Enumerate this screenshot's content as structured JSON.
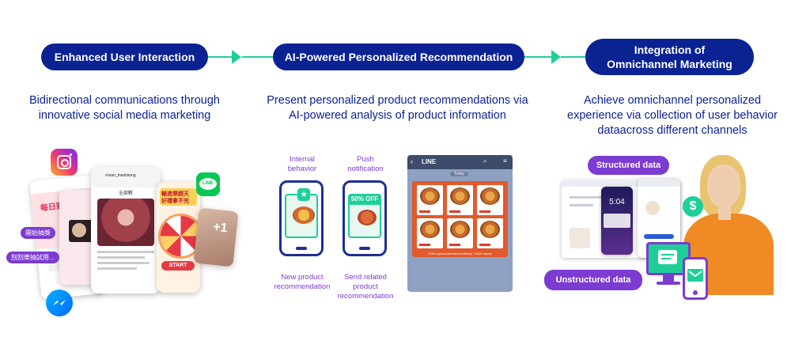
{
  "steps": [
    {
      "label": "Enhanced User Interaction",
      "description": [
        "Bidirectional communications through",
        "innovative social media marketing"
      ]
    },
    {
      "label": "AI-Powered Personalized Recommendation",
      "description": [
        "Present personalized product recommendations via",
        "AI-powered analysis of product information"
      ]
    },
    {
      "label": [
        "Integration of",
        "Omnichannel Marketing"
      ],
      "description": [
        "Achieve omnichannel personalized",
        "experience via collection of user behavior",
        "dataacross different channels"
      ]
    }
  ],
  "section1": {
    "phone_left_title": "每日簽到",
    "phone_center_header": "全部數",
    "phone_center_user": "vivian_mashsong",
    "wheel_banner": [
      "輸進樂趙天",
      "好禮拿不完"
    ],
    "wheel_button": "START",
    "side_label": "+1",
    "chips": [
      "開始抽獎",
      "刮刮樂抽試用..."
    ],
    "icons": [
      "instagram-icon",
      "line-icon",
      "messenger-icon"
    ]
  },
  "section2": {
    "internal_caption": [
      "Internal",
      "behavior"
    ],
    "push_caption": [
      "Push",
      "notification"
    ],
    "discount_badge": "50% OFF",
    "new_caption": [
      "New product",
      "recommendation"
    ],
    "related_caption": [
      "Send related",
      "product",
      "recommendation"
    ],
    "line_app_name": "LINE",
    "line_today": "Today",
    "pizza_price": "$XXX",
    "line_banner": "FREE express international delivery + EASY returns"
  },
  "section3": {
    "structured_label": "Structured data",
    "unstructured_label": "Unstructured data",
    "lock_time": "5:04",
    "colors": {
      "accent": "#7c3bd1",
      "navy": "#0b2293",
      "green": "#1fcf9a",
      "orange": "#f08a24"
    }
  }
}
